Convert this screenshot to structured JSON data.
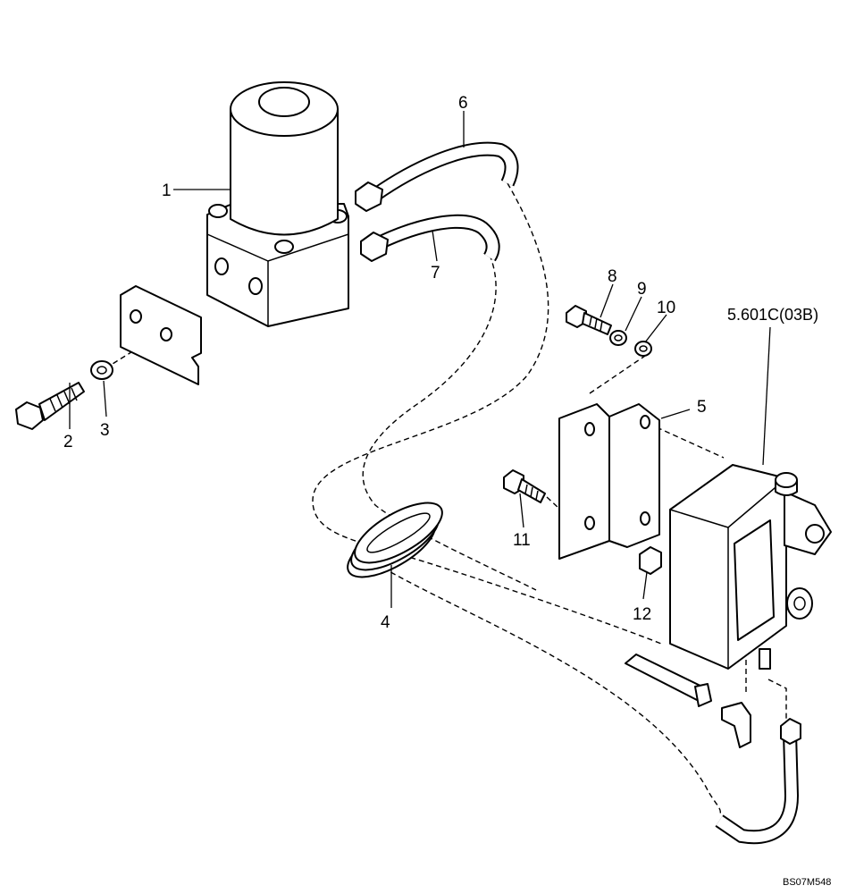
{
  "callouts": {
    "c1": "1",
    "c2": "2",
    "c3": "3",
    "c4": "4",
    "c5": "5",
    "c6": "6",
    "c7": "7",
    "c8": "8",
    "c9": "9",
    "c10": "10",
    "c11": "11",
    "c12": "12"
  },
  "reference_label": "5.601C(03B)",
  "drawing_code": "BS07M548"
}
